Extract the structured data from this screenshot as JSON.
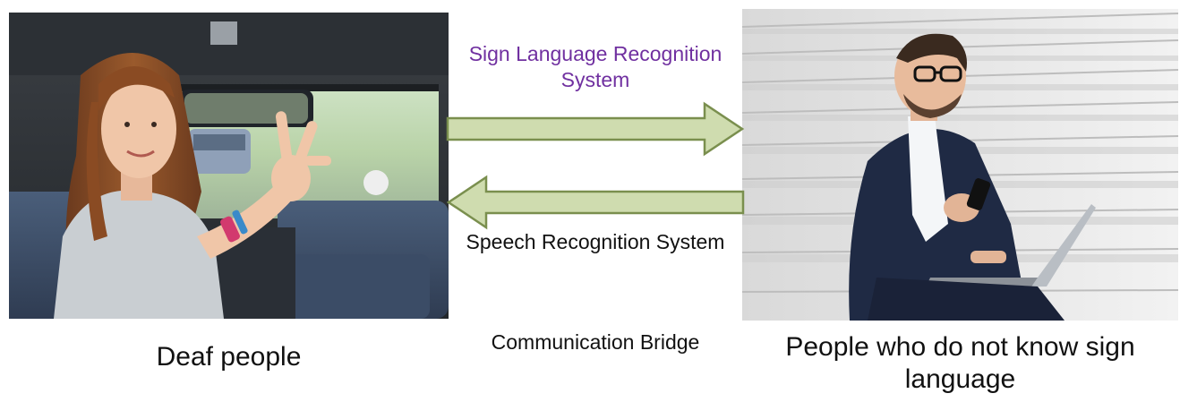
{
  "diagram": {
    "arrow_forward_label": "Sign Language Recognition System",
    "arrow_backward_label": "Speech Recognition System",
    "center_caption": "Communication Bridge",
    "left_caption": "Deaf people",
    "right_caption": "People who do not know sign language"
  },
  "colors": {
    "arrow_fill": "#cfdcaf",
    "arrow_stroke": "#7a8f4e",
    "sign_label_color": "#7030a0",
    "text_color": "#111111"
  },
  "images": {
    "left_photo": "girl-signing-on-bus-photo",
    "right_photo": "man-with-phone-and-laptop-on-steps-photo"
  }
}
